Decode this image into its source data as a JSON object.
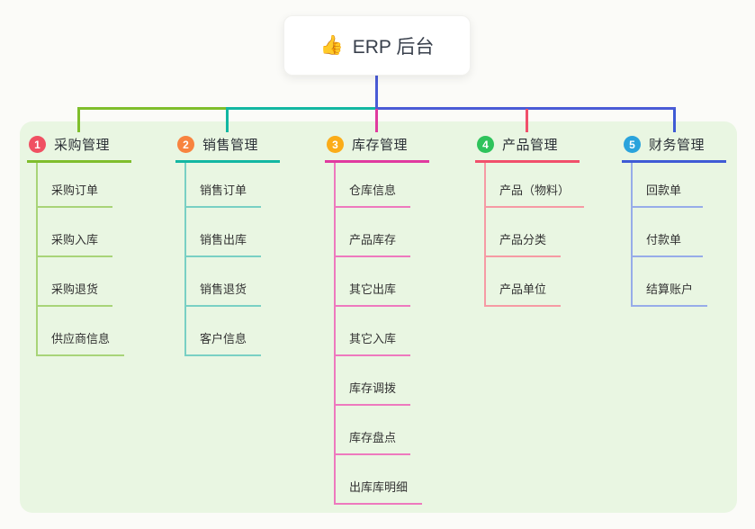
{
  "root": {
    "icon_glyph": "👍",
    "label": "ERP 后台"
  },
  "branches": [
    {
      "badge": "1",
      "label": "采购管理",
      "colors": {
        "badge": "#f05062",
        "line": "#7fbe2c",
        "child_line": "#a8d478"
      },
      "children": [
        "采购订单",
        "采购入库",
        "采购退货",
        "供应商信息"
      ]
    },
    {
      "badge": "2",
      "label": "销售管理",
      "colors": {
        "badge": "#f8833f",
        "line": "#12b7a2",
        "child_line": "#79d0c4"
      },
      "children": [
        "销售订单",
        "销售出库",
        "销售退货",
        "客户信息"
      ]
    },
    {
      "badge": "3",
      "label": "库存管理",
      "colors": {
        "badge": "#fbac18",
        "line": "#e03a9f",
        "child_line": "#ee79be"
      },
      "children": [
        "仓库信息",
        "产品库存",
        "其它出库",
        "其它入库",
        "库存调拨",
        "库存盘点",
        "出库库明细"
      ]
    },
    {
      "badge": "4",
      "label": "产品管理",
      "colors": {
        "badge": "#2ec35b",
        "line": "#f1506b",
        "child_line": "#f69aa4"
      },
      "children": [
        "产品（物料）",
        "产品分类",
        "产品单位"
      ]
    },
    {
      "badge": "5",
      "label": "财务管理",
      "colors": {
        "badge": "#2aa3dc",
        "line": "#3f5bd5",
        "child_line": "#97ace9"
      },
      "children": [
        "回款单",
        "付款单",
        "结算账户"
      ]
    }
  ],
  "connectors": {
    "stem": "#4a5bd6",
    "bus_segments": [
      "#7fbe2c",
      "#12b7a2",
      "#4a5bd6"
    ],
    "drops": [
      "#7fbe2c",
      "#12b7a2",
      "#e03a9f",
      "#f1506b",
      "#3f5bd5"
    ]
  },
  "panel_color": "#e9f6e2",
  "background_color": "#fbfbf8"
}
